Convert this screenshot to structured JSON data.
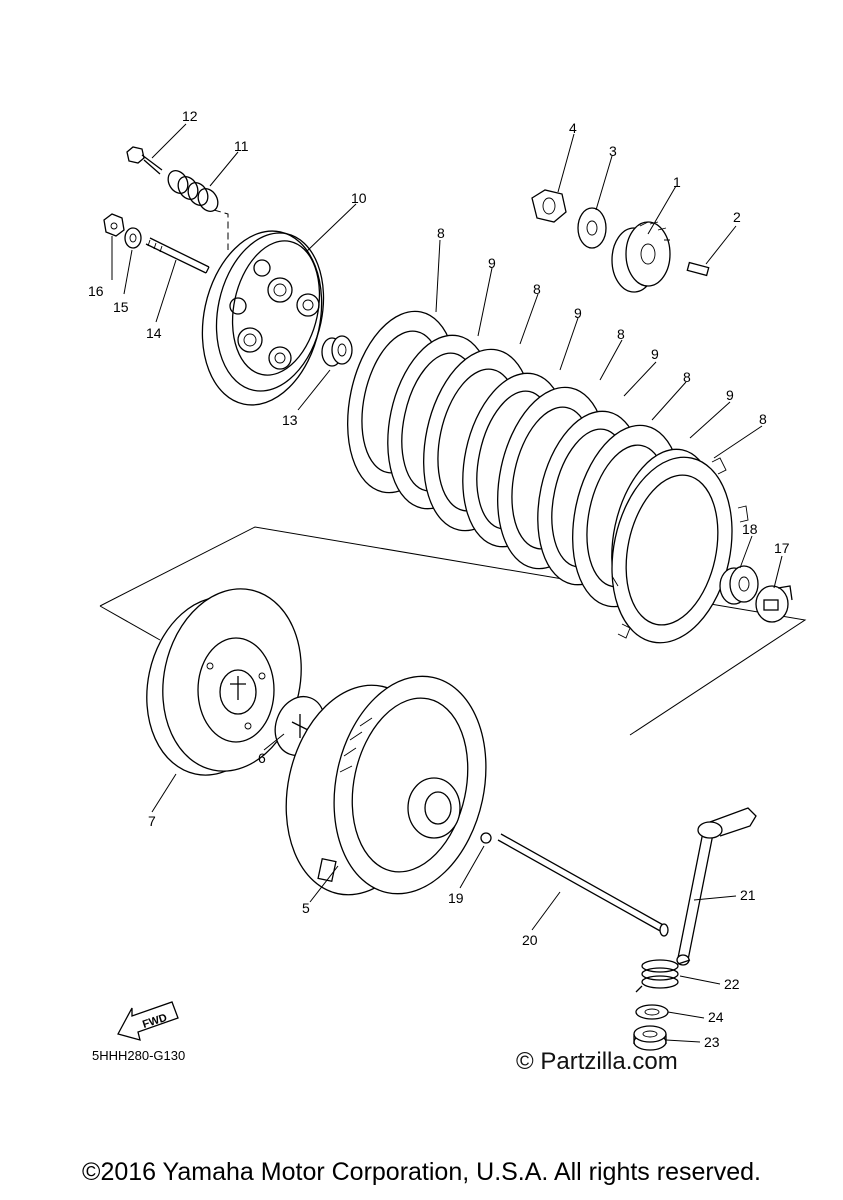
{
  "diagram": {
    "part_labels": [
      "1",
      "2",
      "3",
      "4",
      "5",
      "6",
      "7",
      "8",
      "8",
      "8",
      "8",
      "8",
      "9",
      "9",
      "9",
      "9",
      "10",
      "11",
      "12",
      "13",
      "14",
      "15",
      "16",
      "17",
      "18",
      "19",
      "20",
      "21",
      "22",
      "23",
      "24"
    ],
    "fwd_label": "FWD",
    "drawing_code": "5HHH280-G130"
  },
  "watermark": "© Partzilla.com",
  "copyright": "©2016 Yamaha Motor Corporation, U.S.A. All rights reserved."
}
